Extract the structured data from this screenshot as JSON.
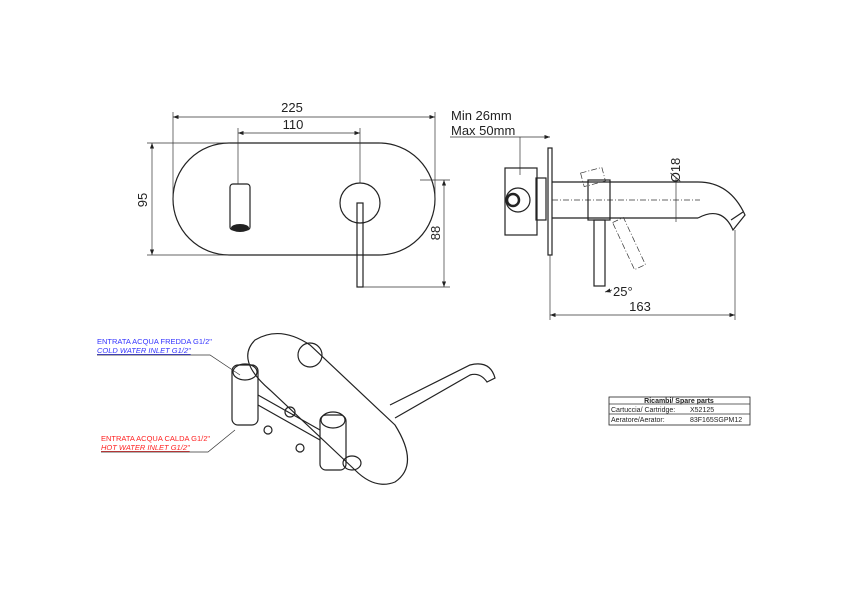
{
  "front_view": {
    "width_label": "225",
    "spacing_label": "110",
    "height_label": "95",
    "lever_height_label": "88"
  },
  "side_view": {
    "wall_min": "Min 26mm",
    "wall_max": "Max 50mm",
    "diameter_label": "Ø18",
    "angle_label": "25°",
    "projection_label": "163"
  },
  "labels": {
    "cold_it": "ENTRATA ACQUA FREDDA G1/2\"",
    "cold_en": "COLD WATER INLET G1/2\"",
    "hot_it": "ENTRATA ACQUA CALDA G1/2\"",
    "hot_en": "HOT WATER INLET G1/2\"",
    "cold_color": "#3333ff",
    "hot_color": "#ff2222"
  },
  "spare_parts": {
    "title": "Ricambi/ Spare parts",
    "rows": [
      {
        "label": "Cartuccia/ Cartridge:",
        "value": "X52125"
      },
      {
        "label": "Aeratore/Aerator:",
        "value": "83F165SGPM12"
      }
    ]
  }
}
